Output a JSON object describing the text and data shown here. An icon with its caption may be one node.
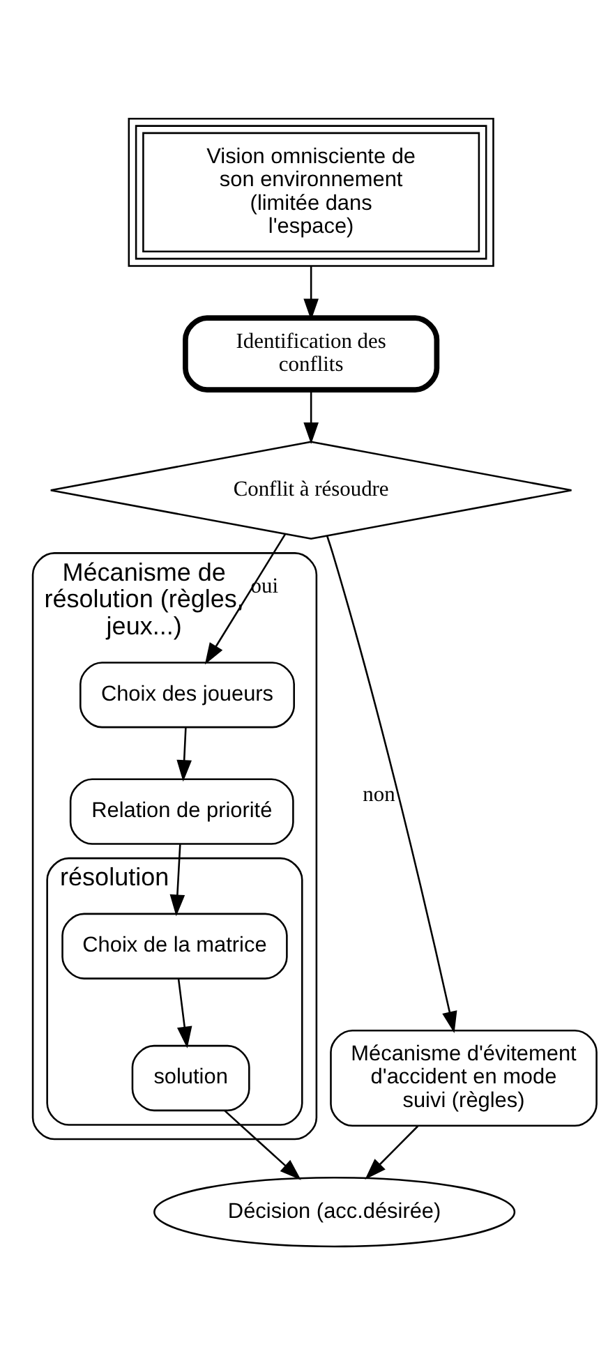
{
  "diagram": {
    "nodes": [
      {
        "text": [
          "Vision omnisciente de son environnement (limitée dans l'espace)"
        ]
      },
      {
        "text": [
          "Identification des conflits"
        ]
      },
      {
        "text": [
          "Conflit à résoudre"
        ]
      },
      {
        "text": [
          "Mécanisme de résolution (règles, jeux...)"
        ]
      },
      {
        "text": [
          "Choix des joueurs"
        ],
        "in": 3
      },
      {
        "text": [
          "Relation de priorité"
        ],
        "in": 3
      },
      {
        "text": [
          "résolution"
        ],
        "in": 3
      },
      {
        "text": [
          "Choix de la matrice"
        ],
        "in": 6
      },
      {
        "text": [
          "solution"
        ],
        "in": 6
      },
      {
        "text": [
          "Mécanisme d'évitement d'accident en mode suivi (règles)"
        ]
      },
      {
        "text": [
          "Décision (acc.désirée)"
        ]
      }
    ],
    "edges": [
      {
        "from": 0,
        "to": 1,
        "arrow": "to"
      },
      {
        "from": 1,
        "to": 2,
        "arrow": "to"
      },
      {
        "from": 2,
        "to": 4,
        "arrow": "to",
        "label": "oui"
      },
      {
        "from": 2,
        "to": 9,
        "arrow": "to",
        "label": "non"
      },
      {
        "from": 4,
        "to": 5,
        "arrow": "to"
      },
      {
        "from": 5,
        "to": 7,
        "arrow": "to"
      },
      {
        "from": 7,
        "to": 8,
        "arrow": "to"
      },
      {
        "from": 9,
        "to": 10,
        "arrow": "to"
      },
      {
        "from": 8,
        "to": 10,
        "arrow": "to"
      }
    ]
  }
}
